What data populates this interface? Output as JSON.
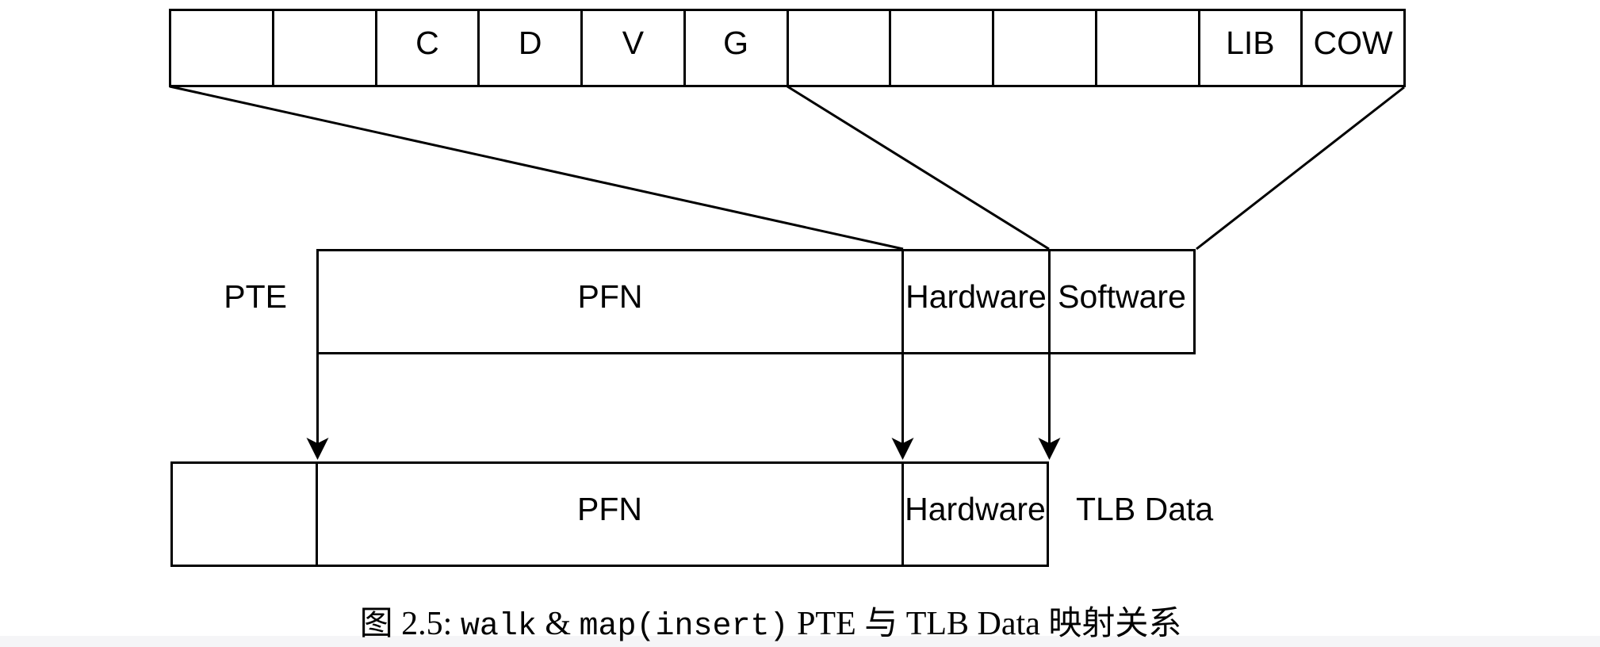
{
  "diagram": {
    "colors": {
      "line": "#000000",
      "background": "#ffffff",
      "footer_strip": "#f5f5f7"
    },
    "top_row": {
      "cells": [
        {
          "label": ""
        },
        {
          "label": ""
        },
        {
          "label": "C"
        },
        {
          "label": "D"
        },
        {
          "label": "V"
        },
        {
          "label": "G"
        },
        {
          "label": ""
        },
        {
          "label": ""
        },
        {
          "label": ""
        },
        {
          "label": ""
        },
        {
          "label": "LIB"
        },
        {
          "label": "COW"
        }
      ]
    },
    "pte_row": {
      "row_label": "PTE",
      "cells": [
        {
          "label": "PFN"
        },
        {
          "label": "Hardware"
        },
        {
          "label": "Software"
        }
      ]
    },
    "tlb_row": {
      "side_label": "TLB Data",
      "cells": [
        {
          "label": ""
        },
        {
          "label": "PFN"
        },
        {
          "label": "Hardware"
        }
      ]
    }
  },
  "caption": {
    "full_text": "图 2.5: walk & map(insert) PTE 与 TLB Data 映射关系",
    "parts": [
      {
        "text": "图 2.5: ",
        "style": "serif"
      },
      {
        "text": "walk",
        "style": "mono"
      },
      {
        "text": " & ",
        "style": "serif"
      },
      {
        "text": "map(insert)",
        "style": "mono"
      },
      {
        "text": " PTE 与 TLB Data 映射关系",
        "style": "serif"
      }
    ]
  }
}
